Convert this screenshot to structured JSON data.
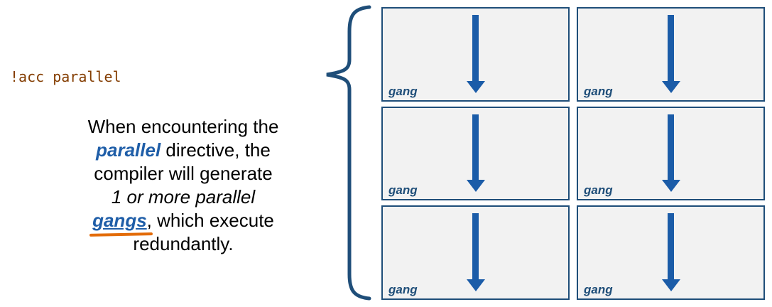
{
  "code": {
    "text": "!acc parallel"
  },
  "explanation": {
    "lines": [
      {
        "parts": [
          {
            "text": "When encountering the"
          }
        ]
      },
      {
        "parts": [
          {
            "text": "parallel"
          },
          {
            "text": " directive, the"
          }
        ]
      },
      {
        "parts": [
          {
            "text": "compiler will generate"
          }
        ]
      },
      {
        "parts": [
          {
            "text": "1 or more parallel"
          }
        ]
      },
      {
        "parts": [
          {
            "text": "gangs"
          },
          {
            "text": ", which execute"
          }
        ]
      },
      {
        "parts": [
          {
            "text": "redundantly."
          }
        ]
      }
    ]
  },
  "grid": {
    "rows": 3,
    "cols": 2,
    "cells": [
      {
        "label": "gang"
      },
      {
        "label": "gang"
      },
      {
        "label": "gang"
      },
      {
        "label": "gang"
      },
      {
        "label": "gang"
      },
      {
        "label": "gang"
      }
    ]
  },
  "icons": {
    "brace": "left-curly-brace",
    "arrow": "down-arrow"
  },
  "colors": {
    "code_brown": "#833C00",
    "keyword_blue": "#1F5EA8",
    "underline_orange": "#E36C0A",
    "text_black": "#000000",
    "brace_blue": "#1F4E79",
    "box_border": "#1F4E79",
    "box_fill": "#F2F2F2",
    "arrow_blue": "#1B5CA8",
    "gang_blue": "#1F4E79"
  }
}
